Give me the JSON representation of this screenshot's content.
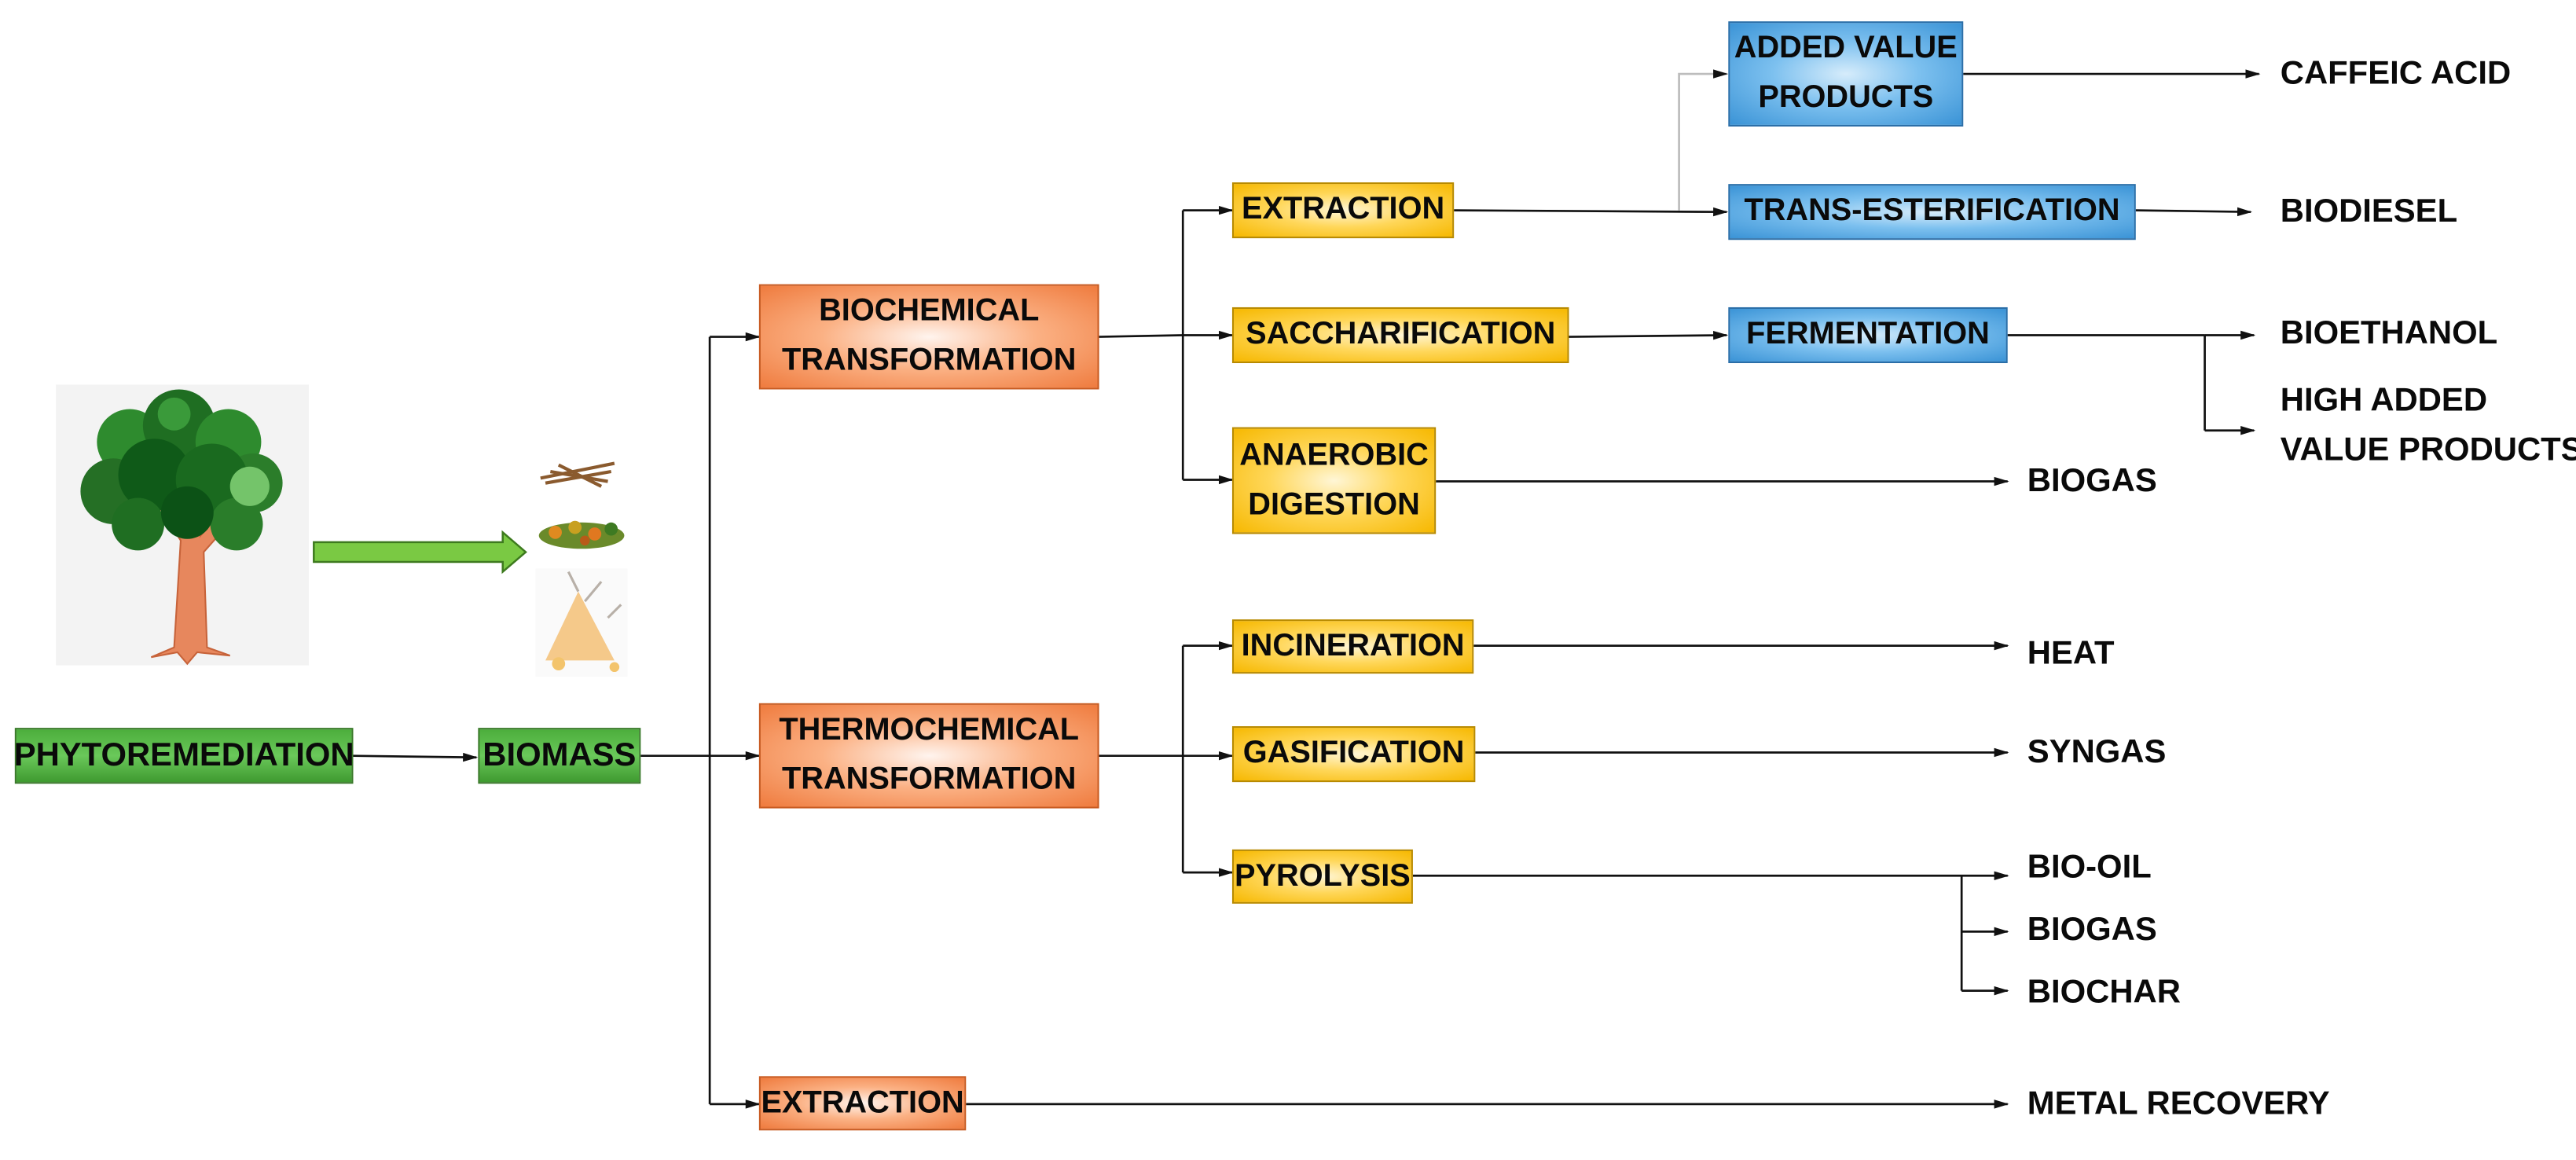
{
  "source": {
    "phytoremediation": "PHYTOREMEDIATION",
    "biomass": "BIOMASS"
  },
  "routes": {
    "biochemical": [
      "BIOCHEMICAL",
      "TRANSFORMATION"
    ],
    "thermochemical": [
      "THERMOCHEMICAL",
      "TRANSFORMATION"
    ],
    "extraction": "EXTRACTION"
  },
  "processes": {
    "extraction": "EXTRACTION",
    "saccharification": "SACCHARIFICATION",
    "anaerobic_digestion": [
      "ANAEROBIC",
      "DIGESTION"
    ],
    "incineration": "INCINERATION",
    "gasification": "GASIFICATION",
    "pyrolysis": "PYROLYSIS"
  },
  "secondary": {
    "added_value_products": [
      "ADDED VALUE",
      "PRODUCTS"
    ],
    "trans_esterification": "TRANS-ESTERIFICATION",
    "fermentation": "FERMENTATION"
  },
  "products": {
    "caffeic_acid": "CAFFEIC ACID",
    "biodiesel": "BIODIESEL",
    "bioethanol": "BIOETHANOL",
    "high_added_value_products": [
      "HIGH ADDED",
      "VALUE PRODUCTS"
    ],
    "biogas_anaerobic": "BIOGAS",
    "heat": "HEAT",
    "syngas": "SYNGAS",
    "bio_oil": "BIO-OIL",
    "biogas_pyrolysis": "BIOGAS",
    "biochar": "BIOCHAR",
    "metal_recovery": "METAL RECOVERY"
  },
  "colors": {
    "source": "#4cae3c",
    "route": "#ef7b3e",
    "process": "#f6b800",
    "secondary": "#3a93d6",
    "connector": "#111111",
    "transfer_arrow": "#7ac943"
  },
  "illustrations": [
    "tree-illustration",
    "biomass-twigs-icon",
    "biomass-leaves-icon",
    "biomass-residue-pile-icon"
  ]
}
